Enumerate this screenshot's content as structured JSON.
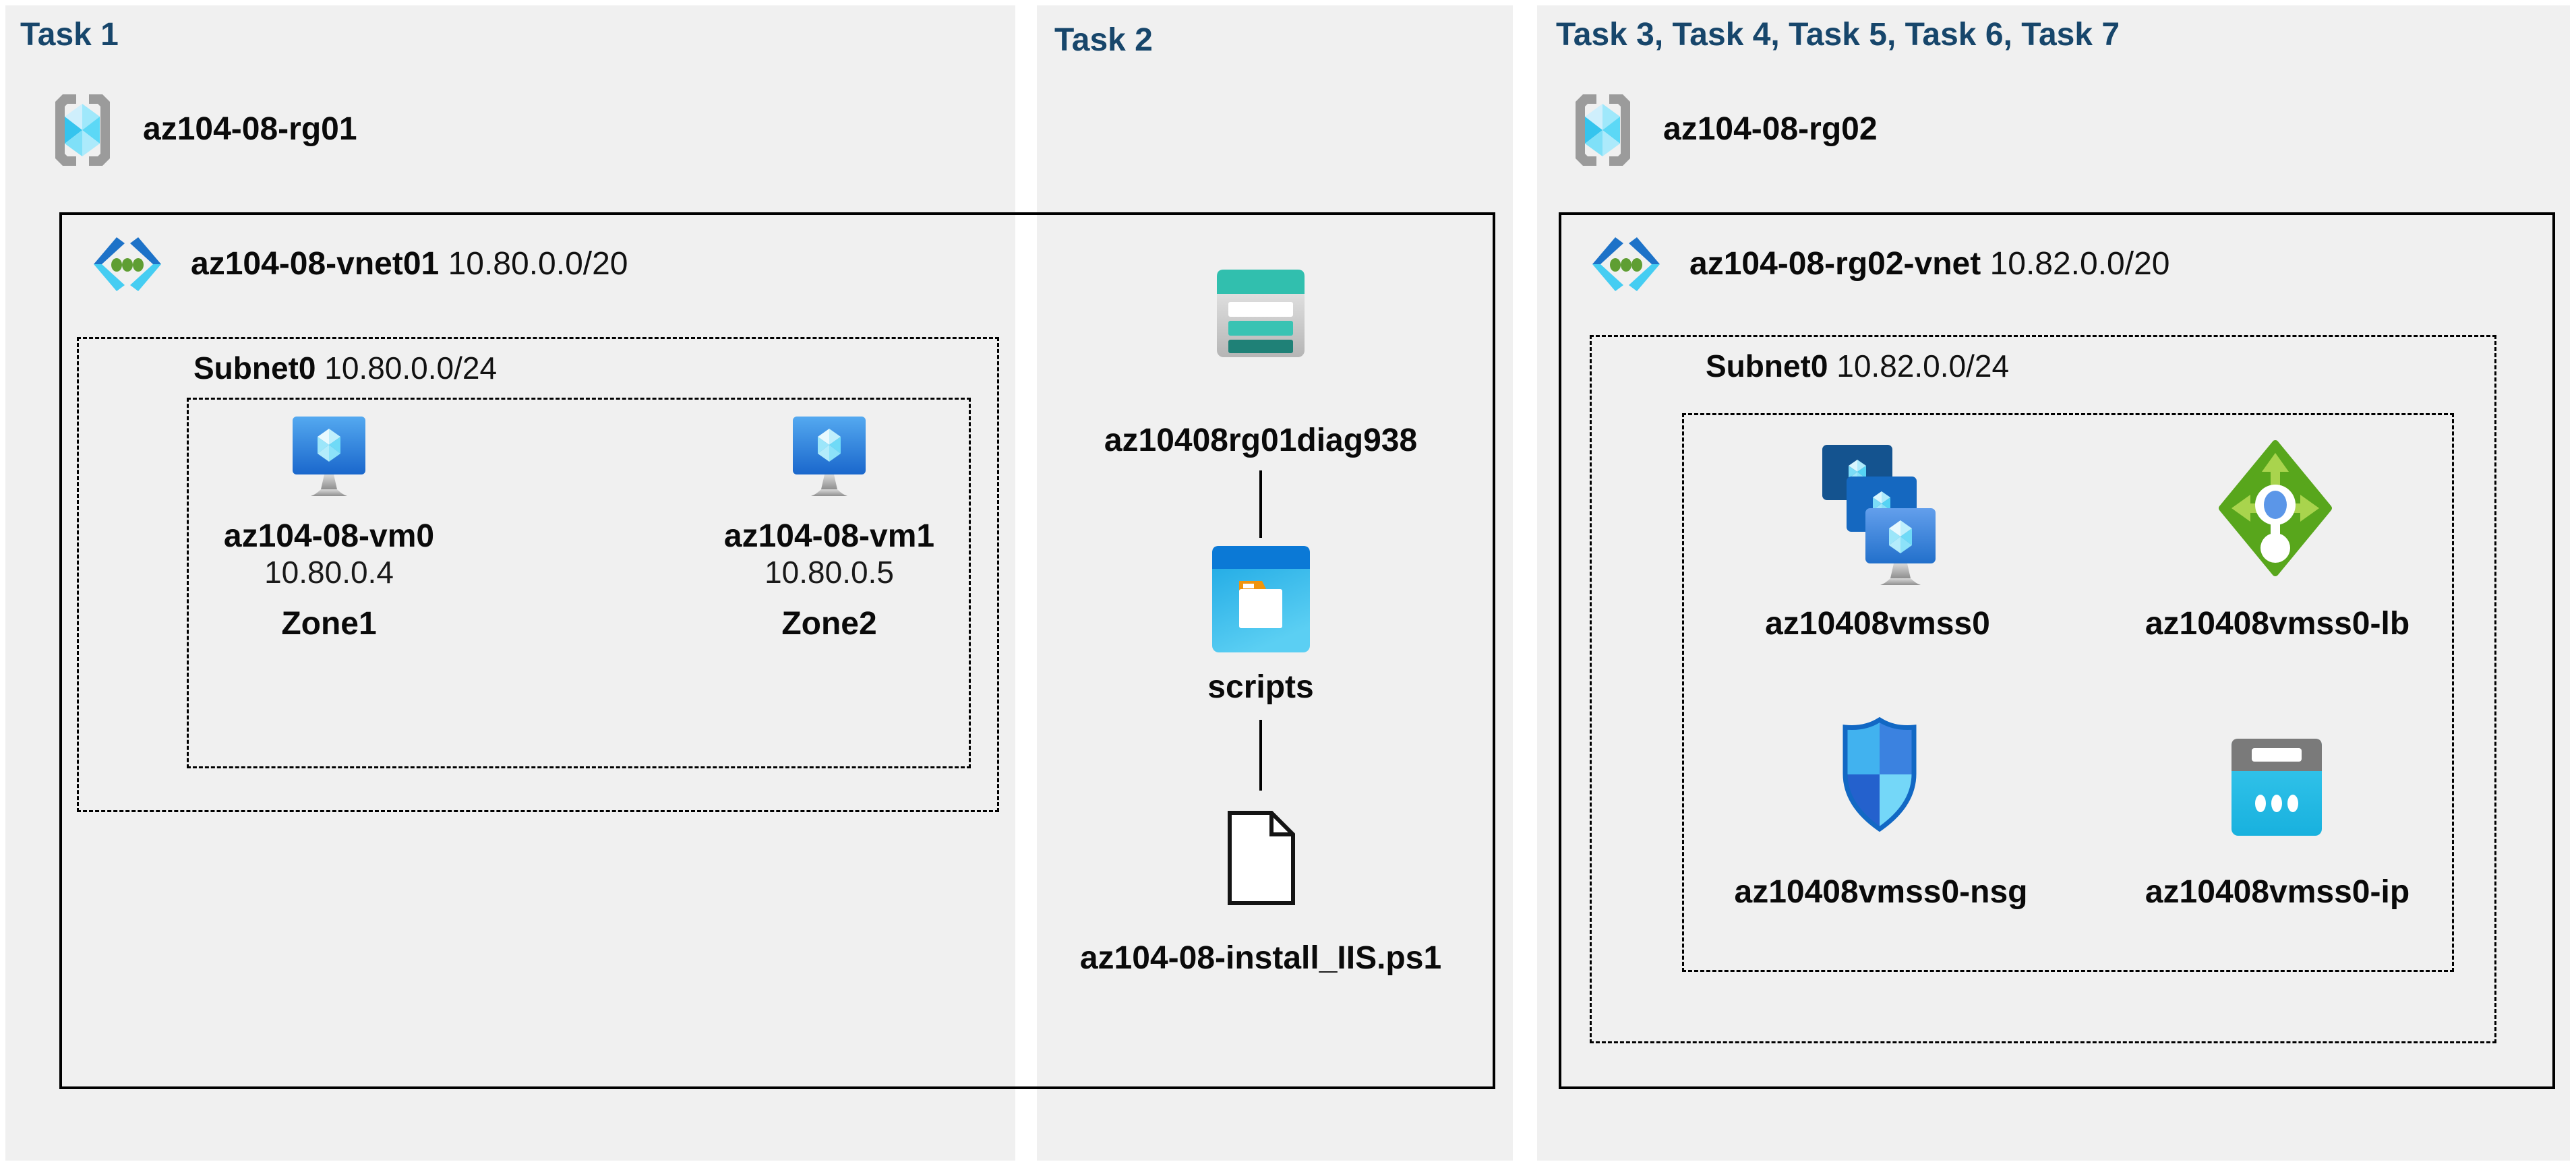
{
  "colors": {
    "background": "#ffffff",
    "panel": "#f0f0f0",
    "title_navy": "#17466b",
    "text": "#0a0a0a",
    "border": "#000000",
    "teal": "#31bfae",
    "azure_blue": "#1a67cc",
    "green": "#58a61c",
    "cyan": "#35c6ec"
  },
  "task1": {
    "title": "Task 1",
    "resource_group": "az104-08-rg01",
    "vnet_name": "az104-08-vnet01",
    "vnet_cidr": "10.80.0.0/20",
    "subnet_name": "Subnet0",
    "subnet_cidr": "10.80.0.0/24",
    "vms": [
      {
        "name": "az104-08-vm0",
        "ip": "10.80.0.4",
        "zone": "Zone1"
      },
      {
        "name": "az104-08-vm1",
        "ip": "10.80.0.5",
        "zone": "Zone2"
      }
    ]
  },
  "task2": {
    "title": "Task 2",
    "storage_account": "az10408rg01diag938",
    "container": "scripts",
    "script_file": "az104-08-install_IIS.ps1"
  },
  "task3": {
    "title": "Task 3, Task 4, Task 5, Task 6, Task 7",
    "resource_group": "az104-08-rg02",
    "vnet_name": "az104-08-rg02-vnet",
    "vnet_cidr": "10.82.0.0/20",
    "subnet_name": "Subnet0",
    "subnet_cidr": "10.82.0.0/24",
    "vmss": "az10408vmss0",
    "load_balancer": "az10408vmss0-lb",
    "nsg": "az10408vmss0-nsg",
    "public_ip": "az10408vmss0-ip"
  }
}
